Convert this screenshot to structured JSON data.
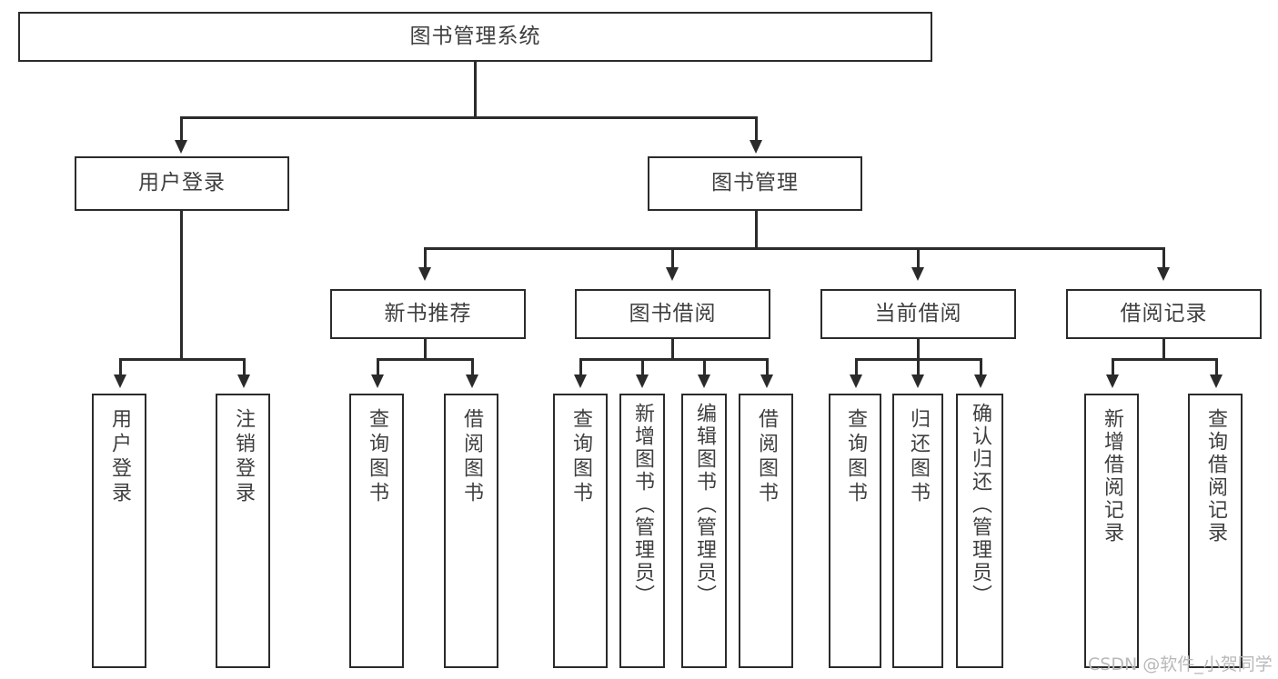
{
  "diagram": {
    "type": "tree",
    "title": "图书管理系统",
    "watermark": "CSDN @软件_小贺同学",
    "colors": {
      "stroke": "#2b2b2b",
      "text": "#3f3f3f",
      "background": "#ffffff",
      "watermark": "#b9b9b9"
    },
    "nodes": {
      "root": {
        "label": "图书管理系统"
      },
      "level1": [
        {
          "id": "user-login",
          "label": "用户登录"
        },
        {
          "id": "book-management",
          "label": "图书管理"
        }
      ],
      "level2": [
        {
          "id": "new-book-recommend",
          "label": "新书推荐"
        },
        {
          "id": "book-borrow",
          "label": "图书借阅"
        },
        {
          "id": "current-borrow",
          "label": "当前借阅"
        },
        {
          "id": "borrow-record",
          "label": "借阅记录"
        }
      ],
      "leaves": {
        "user-login": [
          {
            "id": "leaf-user-login",
            "label": "用户登录"
          },
          {
            "id": "leaf-logout",
            "label": "注销登录"
          }
        ],
        "new-book-recommend": [
          {
            "id": "leaf-query-book-1",
            "label": "查询图书"
          },
          {
            "id": "leaf-borrow-book-1",
            "label": "借阅图书"
          }
        ],
        "book-borrow": [
          {
            "id": "leaf-query-book-2",
            "label": "查询图书"
          },
          {
            "id": "leaf-add-book",
            "label": "新增图书（管理员）"
          },
          {
            "id": "leaf-edit-book",
            "label": "编辑图书（管理员）"
          },
          {
            "id": "leaf-borrow-book-2",
            "label": "借阅图书"
          }
        ],
        "current-borrow": [
          {
            "id": "leaf-query-book-3",
            "label": "查询图书"
          },
          {
            "id": "leaf-return-book",
            "label": "归还图书"
          },
          {
            "id": "leaf-confirm-return",
            "label": "确认归还（管理员）"
          }
        ],
        "borrow-record": [
          {
            "id": "leaf-add-record",
            "label": "新增借阅记录"
          },
          {
            "id": "leaf-query-record",
            "label": "查询借阅记录"
          }
        ]
      }
    }
  }
}
